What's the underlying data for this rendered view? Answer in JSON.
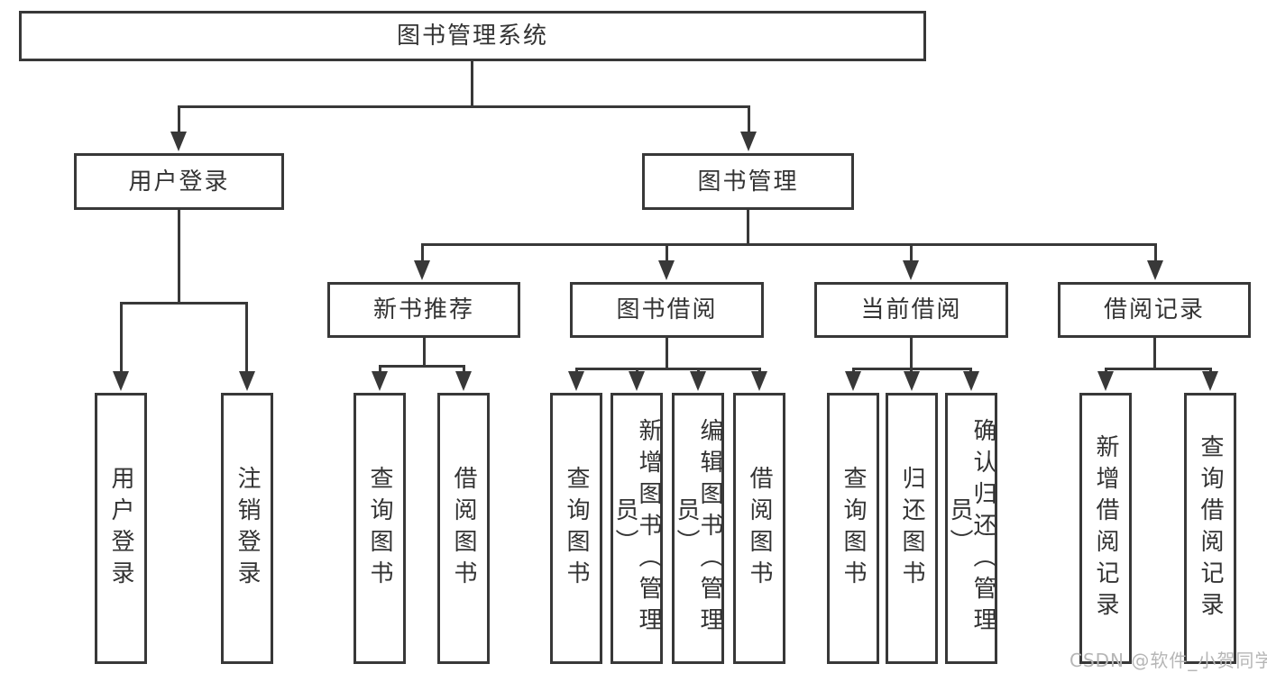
{
  "tree": {
    "root": {
      "label": "图书管理系统"
    },
    "branches": [
      {
        "label": "用户登录",
        "leaves": [
          {
            "label": "用户登录"
          },
          {
            "label": "注销登录"
          }
        ]
      },
      {
        "label": "图书管理",
        "groups": [
          {
            "label": "新书推荐",
            "leaves": [
              {
                "label": "查询图书"
              },
              {
                "label": "借阅图书"
              }
            ]
          },
          {
            "label": "图书借阅",
            "leaves": [
              {
                "label": "查询图书"
              },
              {
                "label": "新增图书（管理员）"
              },
              {
                "label": "编辑图书（管理员）"
              },
              {
                "label": "借阅图书"
              }
            ]
          },
          {
            "label": "当前借阅",
            "leaves": [
              {
                "label": "查询图书"
              },
              {
                "label": "归还图书"
              },
              {
                "label": "确认归还（管理员）"
              }
            ]
          },
          {
            "label": "借阅记录",
            "leaves": [
              {
                "label": "新增借阅记录"
              },
              {
                "label": "查询借阅记录"
              }
            ]
          }
        ]
      }
    ]
  },
  "watermark": {
    "text": "CSDN @软件_小贺同学",
    "color": "#b6b6b6"
  },
  "colors": {
    "line": "#383838",
    "text": "#333333",
    "background": "#ffffff"
  }
}
